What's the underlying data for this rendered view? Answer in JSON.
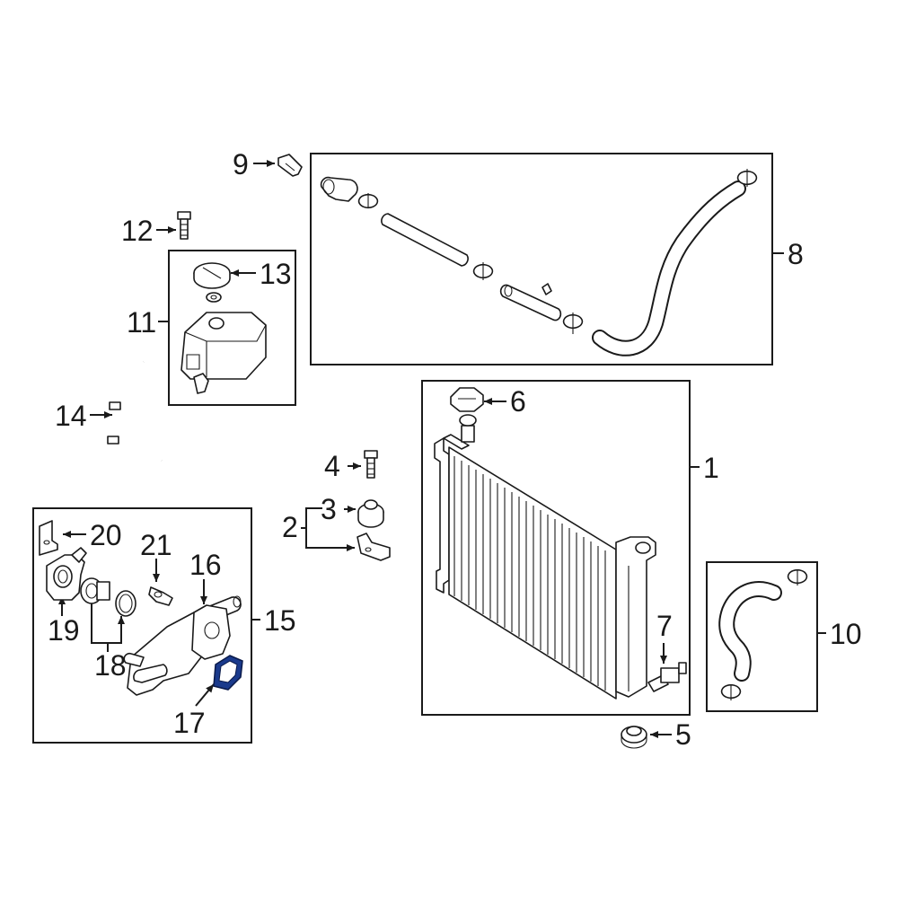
{
  "diagram": {
    "callouts": {
      "c1": "1",
      "c2": "2",
      "c3": "3",
      "c4": "4",
      "c5": "5",
      "c6": "6",
      "c7": "7",
      "c8": "8",
      "c9": "9",
      "c10": "10",
      "c11": "11",
      "c12": "12",
      "c13": "13",
      "c14": "14",
      "c15": "15",
      "c16": "16",
      "c17": "17",
      "c18": "18",
      "c19": "19",
      "c20": "20",
      "c21": "21"
    },
    "highlight_color": "#1a3a8c",
    "highlighted_part": "17"
  }
}
